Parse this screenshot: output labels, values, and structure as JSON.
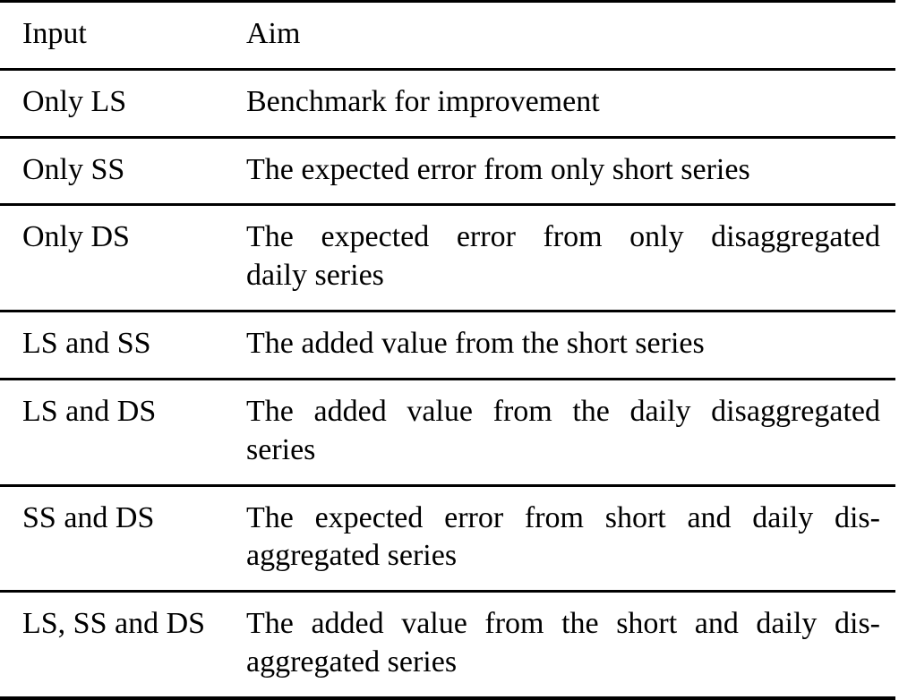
{
  "table": {
    "columns": [
      {
        "key": "input",
        "header": "Input"
      },
      {
        "key": "aim",
        "header": "Aim"
      }
    ],
    "rows": [
      {
        "input": "Only LS",
        "aim": "Benchmark for improvement",
        "aim_lines": [
          "Benchmark for improvement"
        ],
        "multiline": false
      },
      {
        "input": "Only SS",
        "aim": "The expected error from only short series",
        "aim_lines": [
          "The expected error from only short series"
        ],
        "multiline": false
      },
      {
        "input": "Only DS",
        "aim": "The expected error from only disaggregated daily series",
        "aim_lines": [
          "The expected error from only disaggregated",
          "daily series"
        ],
        "multiline": true
      },
      {
        "input": "LS and SS",
        "aim": "The added value from the short series",
        "aim_lines": [
          "The added value from the short series"
        ],
        "multiline": false
      },
      {
        "input": "LS and DS",
        "aim": "The added value from the daily disaggregated series",
        "aim_lines": [
          "The added value from the daily disaggregated",
          "series"
        ],
        "multiline": true
      },
      {
        "input": "SS and DS",
        "aim": "The expected error from short and daily disaggregated series",
        "aim_lines": [
          "The expected error from short and daily dis-",
          "aggregated series"
        ],
        "multiline": true
      },
      {
        "input": "LS, SS and DS",
        "aim": "The added value from the short and daily disaggregated series",
        "aim_lines": [
          "The added value from the short and daily dis-",
          "aggregated series"
        ],
        "multiline": true
      }
    ]
  },
  "style": {
    "rule_color": "#000000",
    "text_color": "#000000",
    "background": "#ffffff"
  }
}
